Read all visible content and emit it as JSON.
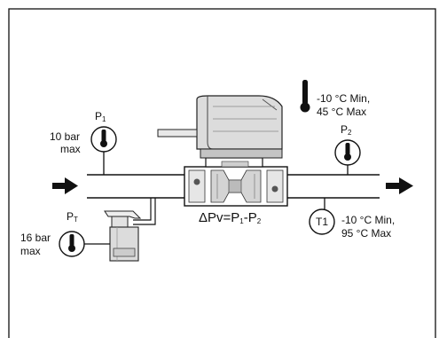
{
  "gauges": {
    "p1": {
      "label": "P",
      "sub": "1",
      "rating": [
        "10 bar",
        "max"
      ]
    },
    "p2": {
      "label": "P",
      "sub": "2"
    },
    "pt": {
      "label": "P",
      "sub": "T",
      "rating": [
        "16 bar",
        "max"
      ]
    },
    "t1": {
      "label": "T1",
      "range": [
        "-10 °C Min,",
        "95 °C Max"
      ]
    }
  },
  "ambient": {
    "range": [
      "-10 °C Min,",
      "45 °C Max"
    ]
  },
  "formula": {
    "delta": "ΔPv=P",
    "s1": "1",
    "dash": "-P",
    "s2": "2"
  },
  "icons": [
    "thermometer-icon",
    "flow-arrow-icon",
    "actuator-icon",
    "expansion-vessel-icon"
  ]
}
